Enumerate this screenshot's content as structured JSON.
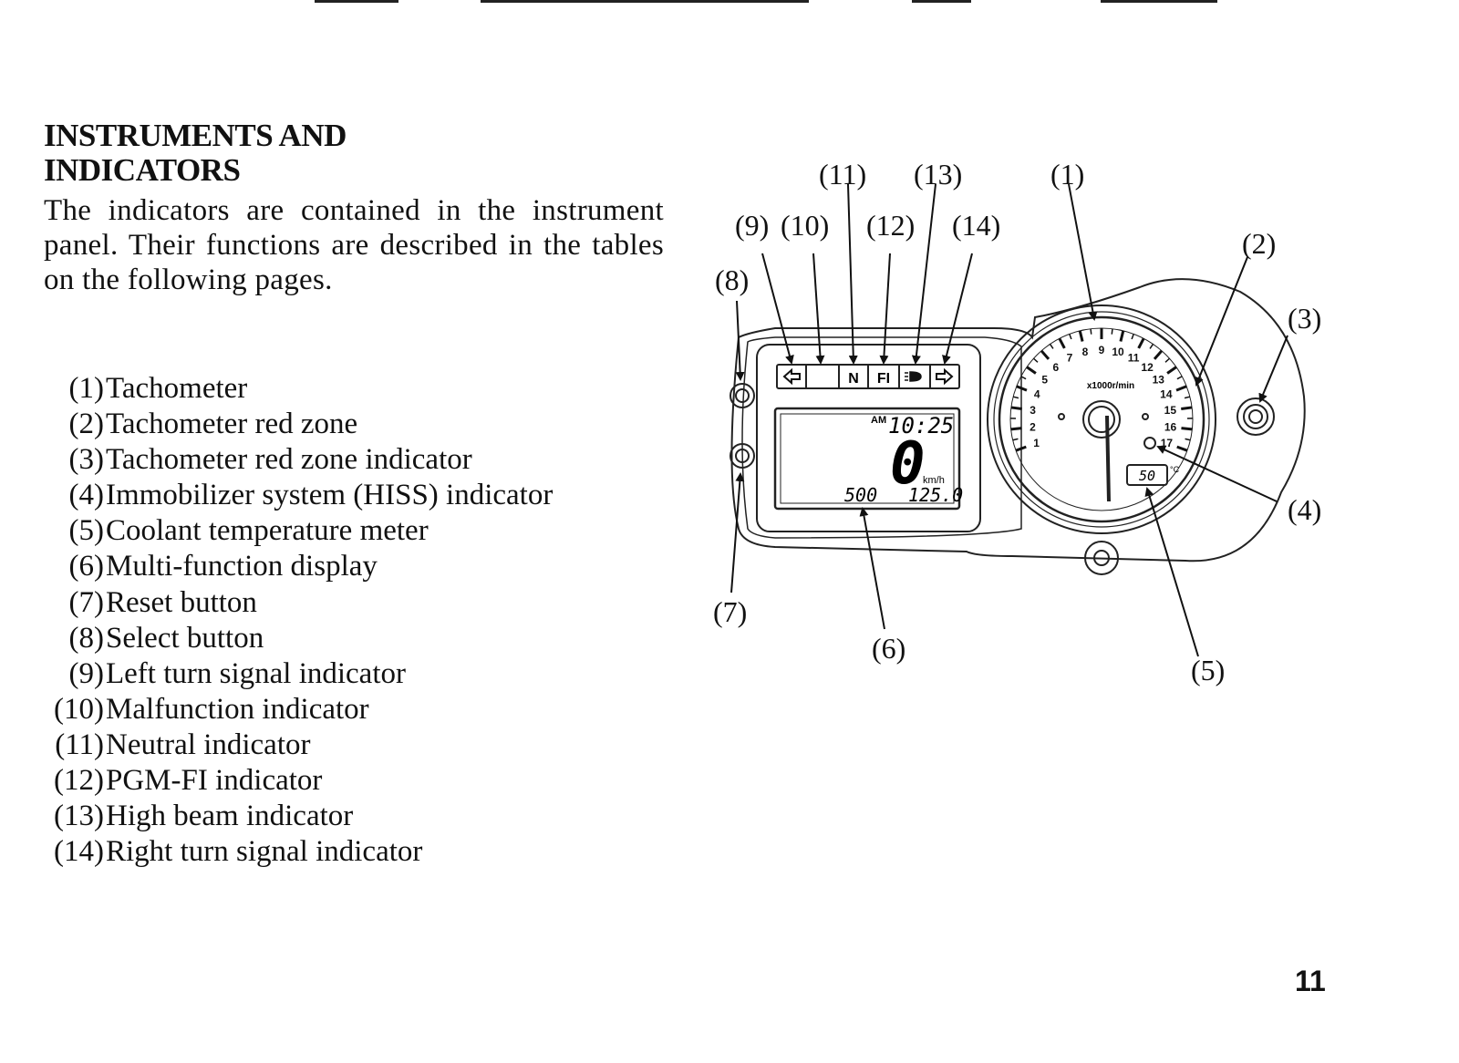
{
  "section": {
    "title_line1": "INSTRUMENTS AND",
    "title_line2": "INDICATORS",
    "intro": "The indicators are contained in the instrument panel. Their functions are described in the tables on the following pages."
  },
  "legend": [
    {
      "num": "(1)",
      "label": "Tachometer"
    },
    {
      "num": "(2)",
      "label": "Tachometer red zone"
    },
    {
      "num": "(3)",
      "label": "Tachometer red zone indicator"
    },
    {
      "num": "(4)",
      "label": "Immobilizer system (HISS) indicator"
    },
    {
      "num": "(5)",
      "label": "Coolant temperature meter"
    },
    {
      "num": "(6)",
      "label": "Multi-function display"
    },
    {
      "num": "(7)",
      "label": "Reset button"
    },
    {
      "num": "(8)",
      "label": "Select button"
    },
    {
      "num": "(9)",
      "label": "Left turn signal indicator"
    },
    {
      "num": "(10)",
      "label": "Malfunction indicator"
    },
    {
      "num": "(11)",
      "label": "Neutral indicator"
    },
    {
      "num": "(12)",
      "label": "PGM-FI indicator"
    },
    {
      "num": "(13)",
      "label": "High beam indicator"
    },
    {
      "num": "(14)",
      "label": "Right turn signal indicator"
    }
  ],
  "diagram": {
    "callouts": {
      "c1": "(1)",
      "c2": "(2)",
      "c3": "(3)",
      "c4": "(4)",
      "c5": "(5)",
      "c6": "(6)",
      "c7": "(7)",
      "c8": "(8)",
      "c9": "(9)",
      "c10": "(10)",
      "c11": "(11)",
      "c12": "(12)",
      "c13": "(13)",
      "c14": "(14)"
    },
    "indicator_strip": {
      "neutral": "N",
      "pgm_fi": "FI"
    },
    "display": {
      "clock_am": "AM",
      "clock": "10:25",
      "speed": "0",
      "speed_unit": "km/h",
      "odometer": "500",
      "tripmeter": "125.0"
    },
    "tachometer": {
      "unit": "x1000r/min",
      "ticks": [
        "1",
        "2",
        "3",
        "4",
        "5",
        "6",
        "7",
        "8",
        "9",
        "10",
        "11",
        "12",
        "13",
        "14",
        "15",
        "16",
        "17"
      ]
    },
    "coolant": {
      "value": "50",
      "unit": "°C"
    }
  },
  "page_number": "11"
}
